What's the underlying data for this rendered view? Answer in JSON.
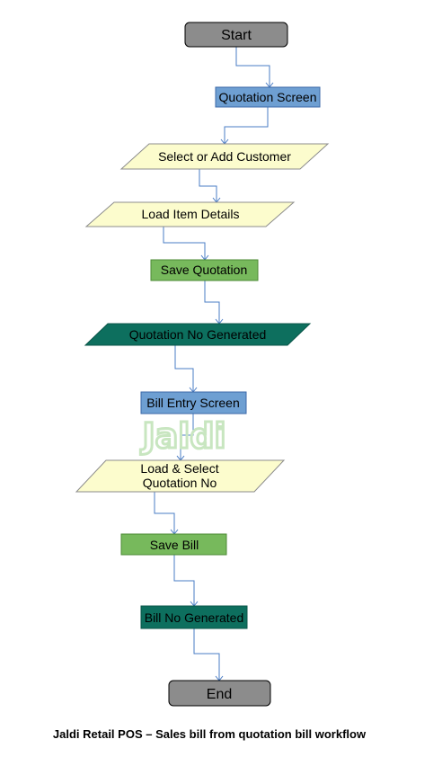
{
  "flow": {
    "start": "Start",
    "quotation_screen": "Quotation Screen",
    "select_customer": "Select or Add Customer",
    "load_item_details": "Load Item Details",
    "save_quotation": "Save Quotation",
    "quotation_no_generated": "Quotation No Generated",
    "bill_entry_screen": "Bill Entry Screen",
    "load_select_quotation_line1": "Load & Select",
    "load_select_quotation_line2": "Quotation No",
    "save_bill": "Save Bill",
    "bill_no_generated": "Bill No Generated",
    "end": "End"
  },
  "watermark": "Jaldi",
  "caption": "Jaldi Retail POS – Sales bill from quotation bill workflow",
  "colors": {
    "terminal": "#8c8c8c",
    "screen": "#6e9fd2",
    "input": "#fcfccd",
    "action": "#77b95c",
    "output": "#0d6f5e",
    "connector": "#4a7cc4"
  }
}
